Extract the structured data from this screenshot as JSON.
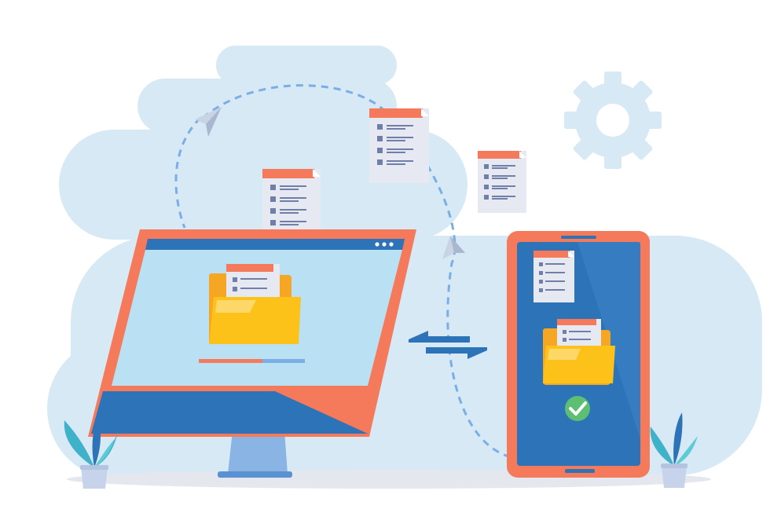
{
  "illustration": {
    "subject": "file-transfer-desktop-to-phone",
    "icons": [
      "cloud-icon",
      "gear-icon",
      "monitor-icon",
      "phone-icon",
      "folder-icon",
      "document-icon",
      "paper-plane-icon",
      "sync-arrows-icon",
      "check-icon",
      "plant-icon"
    ],
    "monitor": {
      "window_dots": 3,
      "progress_fraction": 0.6
    },
    "phone": {
      "status": "complete"
    },
    "colors": {
      "background": "#ffffff",
      "cloud": "#d7e9f4",
      "frame_orange": "#f47a5b",
      "screen_blue": "#2d73b8",
      "screen_light": "#b9e1f3",
      "folder_yellow": "#fcc21a",
      "document": "#e9ecf3",
      "document_header": "#f47a5b",
      "check_green": "#5cbf71",
      "dashed_path": "#7aaee6",
      "plant": "#3fb1c8"
    }
  }
}
